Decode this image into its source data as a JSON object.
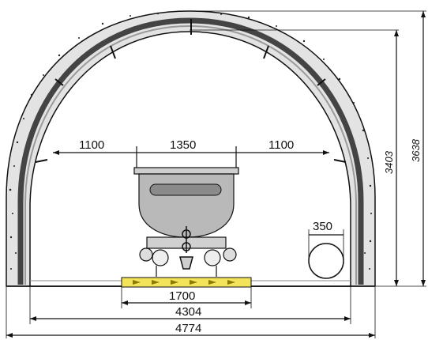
{
  "dimensions": {
    "span_left": "1100",
    "span_center": "1350",
    "span_right": "1100",
    "pipe_width": "350",
    "rail_width": "1700",
    "inner_width": "4304",
    "outer_width": "4774",
    "inner_height": "3403",
    "outer_height": "3638"
  },
  "colors": {
    "lining": "#d6d6d6",
    "arch_dark": "#444444",
    "cart_body": "#b9b9b9",
    "track": "#f2e35a",
    "track_arrows": "#8a7a00"
  }
}
